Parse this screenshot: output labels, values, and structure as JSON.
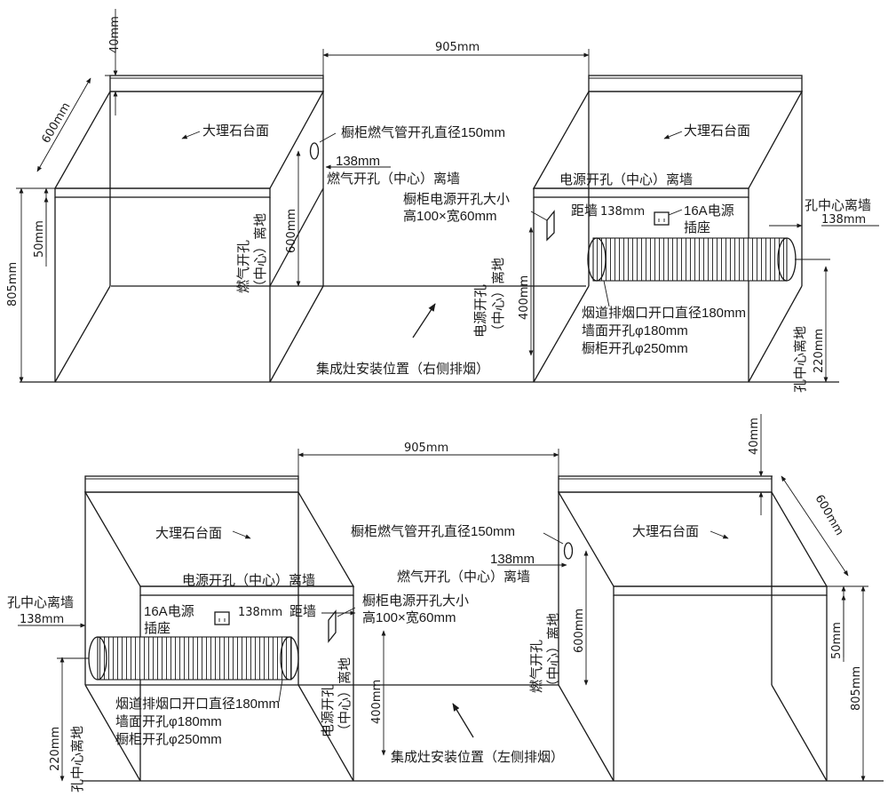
{
  "top": {
    "dim_width": "905mm",
    "dim_top_thickness": "40mm",
    "dim_depth": "600mm",
    "dim_height": "805mm",
    "dim_gap": "50mm",
    "marble_left": "大理石台面",
    "marble_right": "大理石台面",
    "gas_pipe_hole": "橱柜燃气管开孔直径150mm",
    "gas_offset_value": "138mm",
    "gas_offset_label": "燃气开孔（中心）离墙",
    "gas_height_label_a": "燃气开孔",
    "gas_height_label_b": "（中心）离地",
    "gas_height_value": "600mm",
    "power_cut_a": "橱柜电源开孔大小",
    "power_cut_b": "高100×宽60mm",
    "power_offset_label": "电源开孔（中心）离墙",
    "power_dist_label": "距墙",
    "power_dist_value": "138mm",
    "socket_a": "16A电源",
    "socket_b": "插座",
    "power_height_label_a": "电源开孔",
    "power_height_label_b": "（中心）离地",
    "power_height_value": "400mm",
    "hole_wall_label": "孔中心离墙",
    "hole_wall_value": "138mm",
    "hole_floor_label": "孔中心离地",
    "hole_floor_value": "220mm",
    "flue_a": "烟道排烟口开口直径180mm",
    "flue_b": "墙面开孔φ180mm",
    "flue_c": "橱柜开孔φ250mm",
    "install": "集成灶安装位置（右侧排烟）"
  },
  "bottom": {
    "dim_width": "905mm",
    "dim_top_thickness": "40mm",
    "dim_depth": "600mm",
    "dim_height": "805mm",
    "dim_gap": "50mm",
    "marble_left": "大理石台面",
    "marble_right": "大理石台面",
    "gas_pipe_hole": "橱柜燃气管开孔直径150mm",
    "gas_offset_value": "138mm",
    "gas_offset_label": "燃气开孔（中心）离墙",
    "gas_height_label_a": "燃气开孔",
    "gas_height_label_b": "（中心）离地",
    "gas_height_value": "600mm",
    "power_cut_a": "橱柜电源开孔大小",
    "power_cut_b": "高100×宽60mm",
    "power_offset_label": "电源开孔（中心）离墙",
    "power_dist_label": "距墙",
    "power_dist_value": "138mm",
    "socket_a": "16A电源",
    "socket_b": "插座",
    "power_height_label_a": "电源开孔",
    "power_height_label_b": "（中心）离地",
    "power_height_value": "400mm",
    "hole_wall_label": "孔中心离墙",
    "hole_wall_value": "138mm",
    "hole_floor_label": "孔中心离地",
    "hole_floor_value": "220mm",
    "flue_a": "烟道排烟口开口直径180mm",
    "flue_b": "墙面开孔φ180mm",
    "flue_c": "橱柜开孔φ250mm",
    "install": "集成灶安装位置（左侧排烟）"
  }
}
